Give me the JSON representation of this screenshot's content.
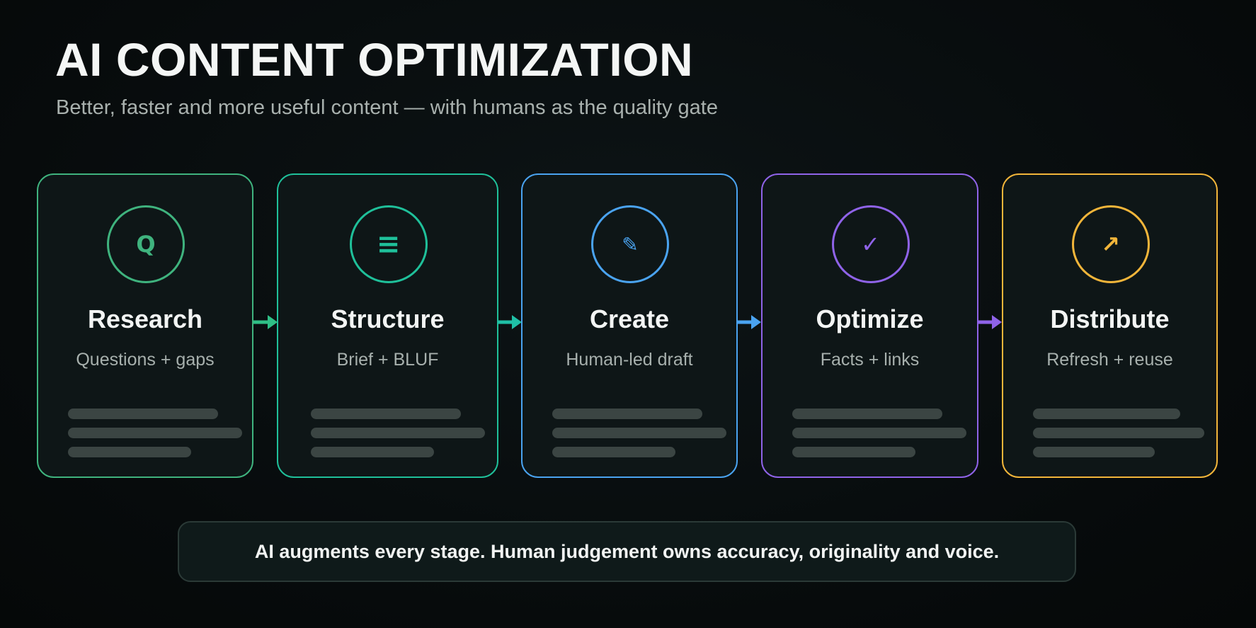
{
  "header": {
    "title": "AI CONTENT OPTIMIZATION",
    "subtitle": "Better, faster and more useful content — with humans as the quality gate"
  },
  "stages": [
    {
      "title": "Research",
      "subtitle": "Questions + gaps",
      "icon": "search-icon",
      "icon_glyph": "Q",
      "color": "#3fb37e"
    },
    {
      "title": "Structure",
      "subtitle": "Brief + BLUF",
      "icon": "list-icon",
      "icon_glyph": "≡",
      "color": "#1fc09a"
    },
    {
      "title": "Create",
      "subtitle": "Human-led draft",
      "icon": "pencil-icon",
      "icon_glyph": "✎",
      "color": "#4aa3f0"
    },
    {
      "title": "Optimize",
      "subtitle": "Facts + links",
      "icon": "checkmark-icon",
      "icon_glyph": "✓",
      "color": "#8f63e8"
    },
    {
      "title": "Distribute",
      "subtitle": "Refresh + reuse",
      "icon": "arrow-up-right-icon",
      "icon_glyph": "↗",
      "color": "#f2b53a"
    }
  ],
  "footer": {
    "note": "AI augments every stage. Human judgement owns accuracy, originality and voice."
  }
}
